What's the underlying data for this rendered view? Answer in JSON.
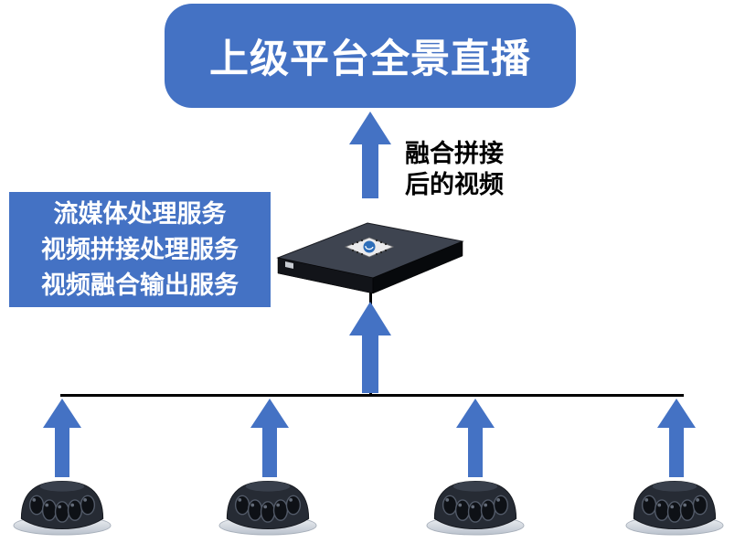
{
  "diagram": {
    "top_box": {
      "label": "上级平台全景直播"
    },
    "flow_label": {
      "line1": "融合拼接",
      "line2": "后的视频"
    },
    "service_box": {
      "lines": [
        "流媒体处理服务",
        "视频拼接处理服务",
        "视频融合输出服务"
      ]
    },
    "icons": {
      "server": "media-server-icon",
      "camera": "panoramic-camera-icon",
      "arrow": "up-arrow-icon"
    },
    "colors": {
      "accent": "#4472C4",
      "connector": "#000000",
      "title_text": "#ffffff"
    }
  }
}
